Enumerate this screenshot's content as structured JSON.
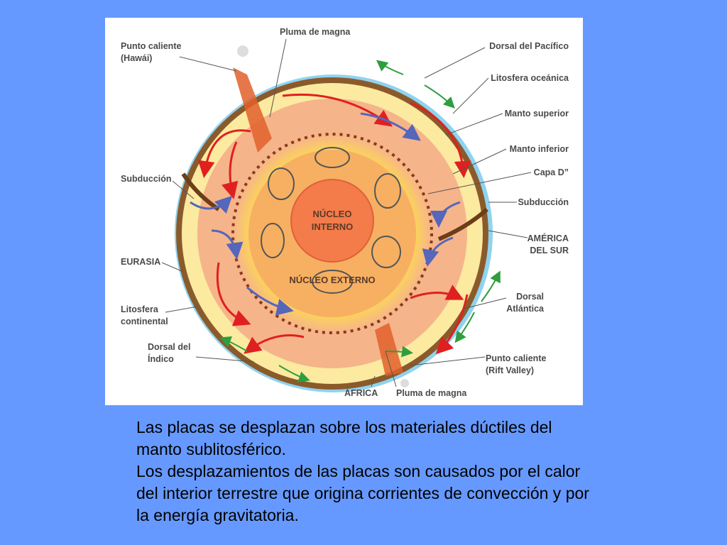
{
  "labels": {
    "punto_caliente_hawaii": "Punto caliente\n(Hawái)",
    "pluma_magna_top": "Pluma de magna",
    "dorsal_pacifico": "Dorsal del Pacífico",
    "litosfera_oceanica": "Litosfera oceánica",
    "manto_superior": "Manto superior",
    "manto_inferior": "Manto inferior",
    "capa_d": "Capa D”",
    "subduccion_left": "Subducción",
    "subduccion_right": "Subducción",
    "america_sur": "AMÉRICA\nDEL SUR",
    "eurasia": "EURASIA",
    "dorsal_atlantica": "Dorsal\nAtlántica",
    "litosfera_continental": "Litosfera\ncontinental",
    "dorsal_indico": "Dorsal del\nÍndico",
    "punto_caliente_rift": "Punto caliente\n(Rift Valley)",
    "africa": "ÁFRICA",
    "pluma_magna_bottom": "Pluma de magna",
    "nucleo_interno": "NÚCLEO\nINTERNO",
    "nucleo_externo": "NÚCLEO EXTERNO"
  },
  "caption": {
    "p1": "Las placas se desplazan sobre los materiales dúctiles del manto sublitosférico.",
    "p2": "Los desplazamientos de las placas son causados por el calor del interior terrestre que origina corrientes de convección y por la energía gravitatoria."
  },
  "colors": {
    "background": "#6699ff",
    "crust": "#fbeaa0",
    "upper_mantle": "#f6b48a",
    "outer_core": "#f7a25a",
    "inner_core": "#f47b4a",
    "hot_arrow": "#e02020",
    "cold_arrow": "#5566bb",
    "plate_arrow": "#2e9e3e",
    "ocean": "#8fd3f0"
  }
}
